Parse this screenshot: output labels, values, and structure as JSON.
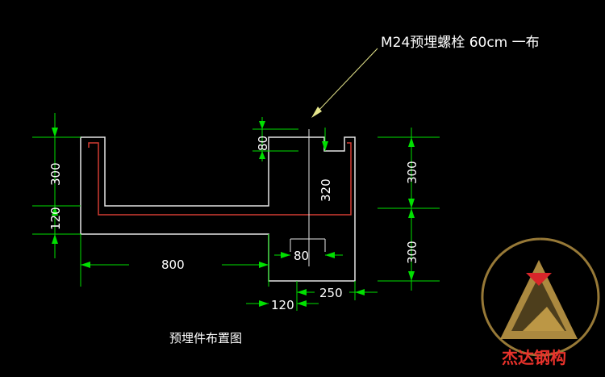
{
  "colors": {
    "background": "#000000",
    "outline": "#e6e6e6",
    "rebar": "#d23c32",
    "dimension": "#00e000",
    "leader": "#e6e68c",
    "text": "#ffffff",
    "logo_gold": "#c9a14a",
    "logo_red": "#d8262a"
  },
  "annotation": {
    "text": "M24预埋螺栓 60cm 一布"
  },
  "dimensions": {
    "top_left_300": "300",
    "left_120": "120",
    "right_top_300": "300",
    "right_bottom_300": "300",
    "small_80_top": "80",
    "center_320": "320",
    "width_800": "800",
    "small_80_bottom": "80",
    "width_250": "250",
    "width_120": "120"
  },
  "caption": {
    "text": "预埋件布置图"
  },
  "logo": {
    "brand_text": "杰达钢构",
    "icon": "triangle-logo-icon"
  }
}
